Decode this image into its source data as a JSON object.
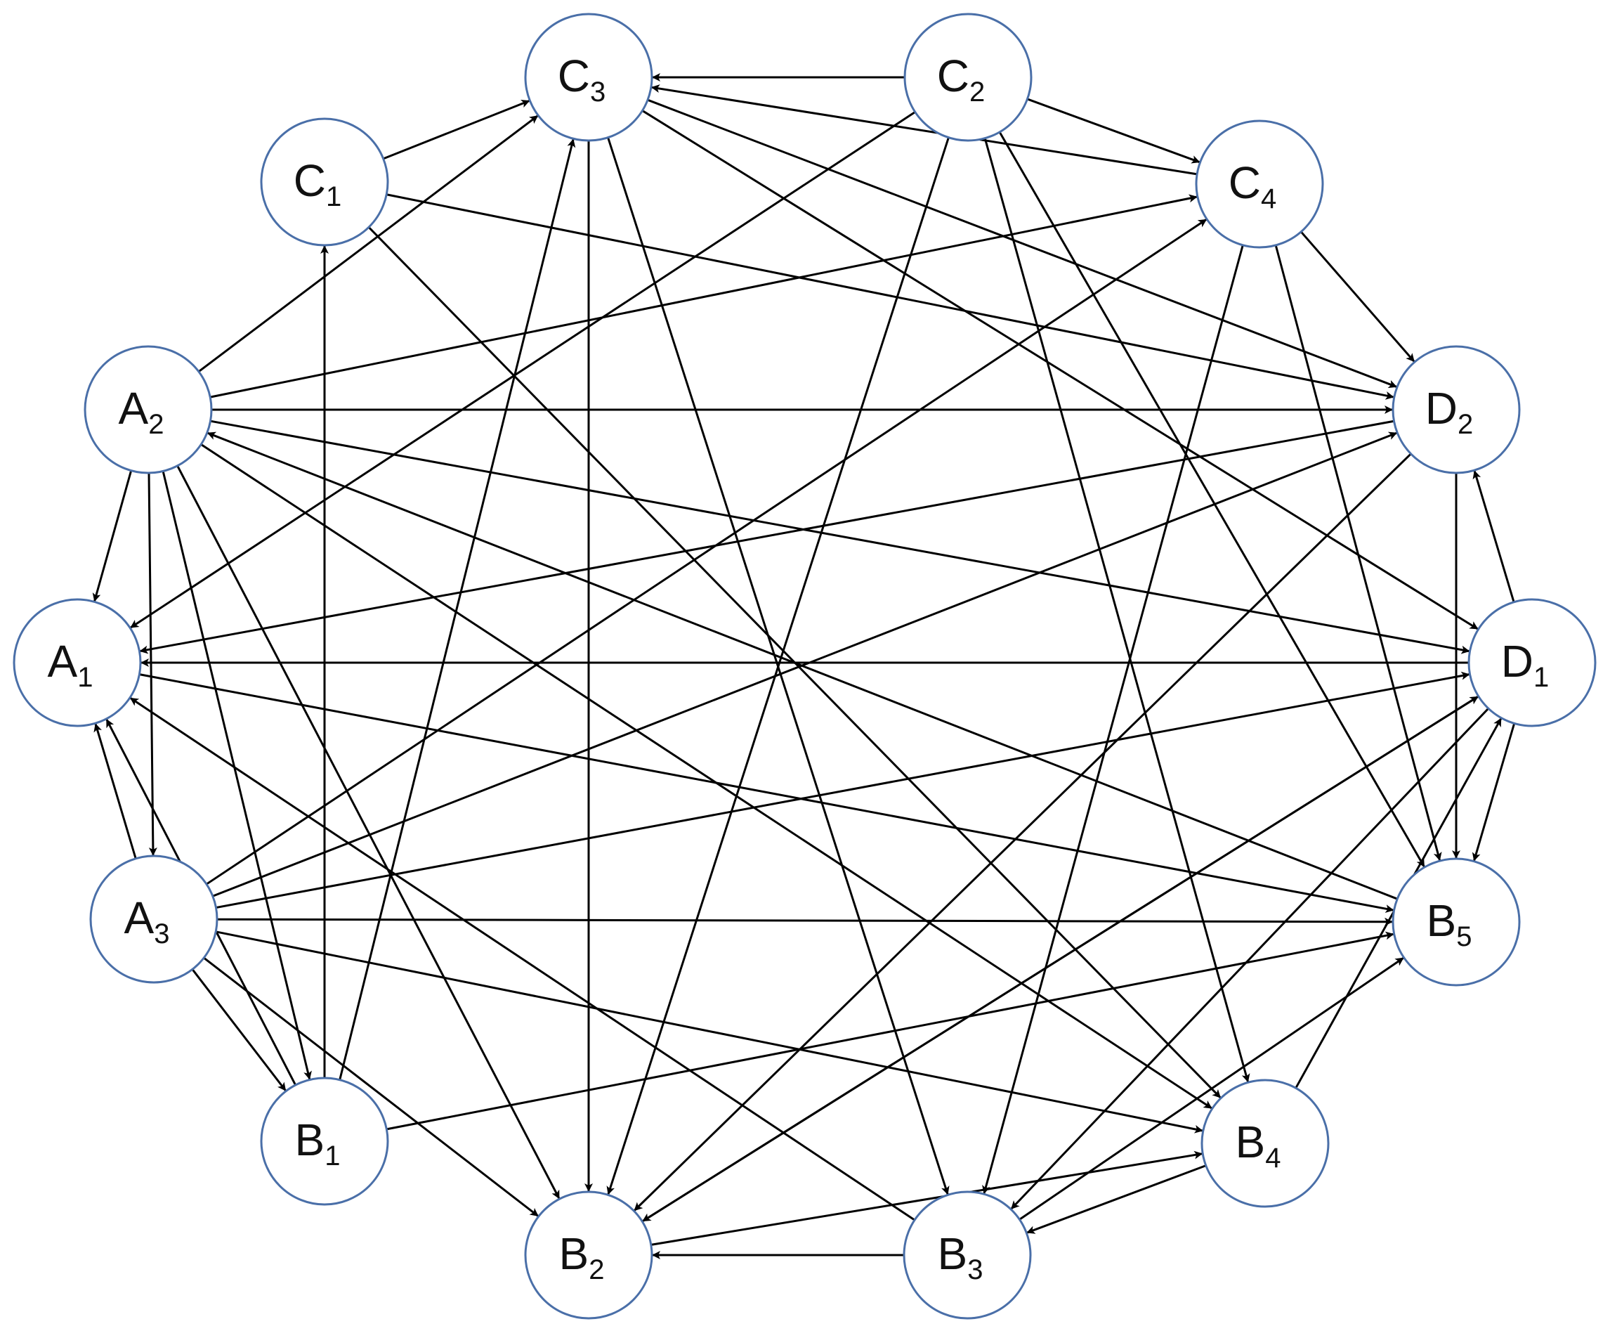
{
  "diagram": {
    "nodes": [
      {
        "id": "A1",
        "letter": "A",
        "sub": "1"
      },
      {
        "id": "A2",
        "letter": "A",
        "sub": "2"
      },
      {
        "id": "A3",
        "letter": "A",
        "sub": "3"
      },
      {
        "id": "B1",
        "letter": "B",
        "sub": "1"
      },
      {
        "id": "B2",
        "letter": "B",
        "sub": "2"
      },
      {
        "id": "B3",
        "letter": "B",
        "sub": "3"
      },
      {
        "id": "B4",
        "letter": "B",
        "sub": "4"
      },
      {
        "id": "B5",
        "letter": "B",
        "sub": "5"
      },
      {
        "id": "C1",
        "letter": "C",
        "sub": "1"
      },
      {
        "id": "C2",
        "letter": "C",
        "sub": "2"
      },
      {
        "id": "C3",
        "letter": "C",
        "sub": "3"
      },
      {
        "id": "C4",
        "letter": "C",
        "sub": "4"
      },
      {
        "id": "D1",
        "letter": "D",
        "sub": "1"
      },
      {
        "id": "D2",
        "letter": "D",
        "sub": "2"
      }
    ],
    "edges": [
      {
        "from": "C1",
        "to": "C3"
      },
      {
        "from": "C1",
        "to": "D2"
      },
      {
        "from": "C1",
        "to": "B4"
      },
      {
        "from": "C2",
        "to": "C3"
      },
      {
        "from": "C2",
        "to": "C4"
      },
      {
        "from": "C2",
        "to": "A1"
      },
      {
        "from": "C2",
        "to": "B2"
      },
      {
        "from": "C2",
        "to": "B4"
      },
      {
        "from": "C2",
        "to": "B5"
      },
      {
        "from": "C3",
        "to": "B2"
      },
      {
        "from": "C3",
        "to": "D2"
      },
      {
        "from": "C3",
        "to": "D1"
      },
      {
        "from": "C3",
        "to": "B3"
      },
      {
        "from": "C4",
        "to": "C3"
      },
      {
        "from": "C4",
        "to": "D2"
      },
      {
        "from": "C4",
        "to": "B3"
      },
      {
        "from": "C4",
        "to": "B5"
      },
      {
        "from": "A2",
        "to": "C3"
      },
      {
        "from": "A2",
        "to": "C4"
      },
      {
        "from": "A2",
        "to": "D2"
      },
      {
        "from": "A2",
        "to": "D1"
      },
      {
        "from": "A2",
        "to": "A1"
      },
      {
        "from": "A2",
        "to": "A3"
      },
      {
        "from": "A2",
        "to": "B1"
      },
      {
        "from": "A2",
        "to": "B2"
      },
      {
        "from": "A2",
        "to": "B4"
      },
      {
        "from": "D2",
        "to": "A1"
      },
      {
        "from": "D2",
        "to": "B2"
      },
      {
        "from": "D2",
        "to": "B5"
      },
      {
        "from": "D1",
        "to": "A1"
      },
      {
        "from": "D1",
        "to": "D2"
      },
      {
        "from": "D1",
        "to": "B5"
      },
      {
        "from": "D1",
        "to": "B3"
      },
      {
        "from": "D1",
        "to": "B2"
      },
      {
        "from": "A1",
        "to": "B5"
      },
      {
        "from": "A3",
        "to": "A1"
      },
      {
        "from": "A3",
        "to": "C4"
      },
      {
        "from": "A3",
        "to": "D2"
      },
      {
        "from": "A3",
        "to": "D1"
      },
      {
        "from": "A3",
        "to": "B5"
      },
      {
        "from": "A3",
        "to": "B1"
      },
      {
        "from": "A3",
        "to": "B2"
      },
      {
        "from": "A3",
        "to": "B4"
      },
      {
        "from": "B1",
        "to": "C1"
      },
      {
        "from": "B1",
        "to": "C3"
      },
      {
        "from": "B1",
        "to": "A1"
      },
      {
        "from": "B1",
        "to": "B5"
      },
      {
        "from": "B3",
        "to": "A1"
      },
      {
        "from": "B3",
        "to": "B2"
      },
      {
        "from": "B3",
        "to": "B5"
      },
      {
        "from": "B4",
        "to": "B3"
      },
      {
        "from": "B4",
        "to": "D1"
      },
      {
        "from": "B2",
        "to": "B4"
      },
      {
        "from": "B2",
        "to": "D1"
      },
      {
        "from": "B5",
        "to": "A2"
      }
    ]
  }
}
